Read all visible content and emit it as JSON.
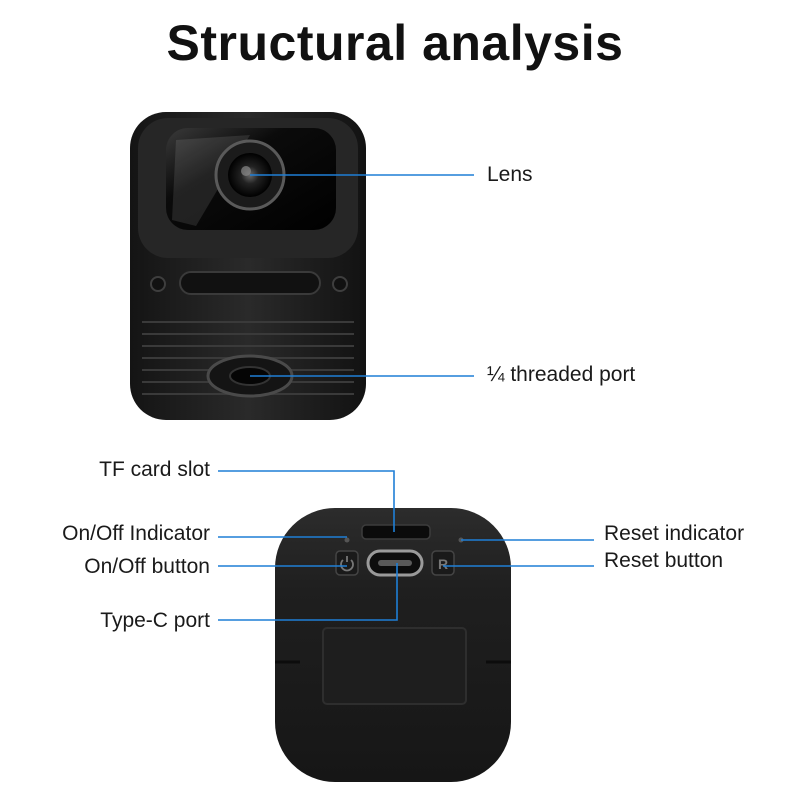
{
  "title": "Structural analysis",
  "colors": {
    "leader_line": "#1f7fd6",
    "device_body": "#1e1e1e",
    "text": "#1a1a1a"
  },
  "labels": {
    "lens": "Lens",
    "threaded_port": "¼ threaded port",
    "tf_card_slot": "TF card slot",
    "onoff_indicator": "On/Off Indicator",
    "onoff_button": "On/Off button",
    "type_c_port": "Type-C port",
    "reset_indicator": "Reset indicator",
    "reset_button": "Reset button"
  }
}
